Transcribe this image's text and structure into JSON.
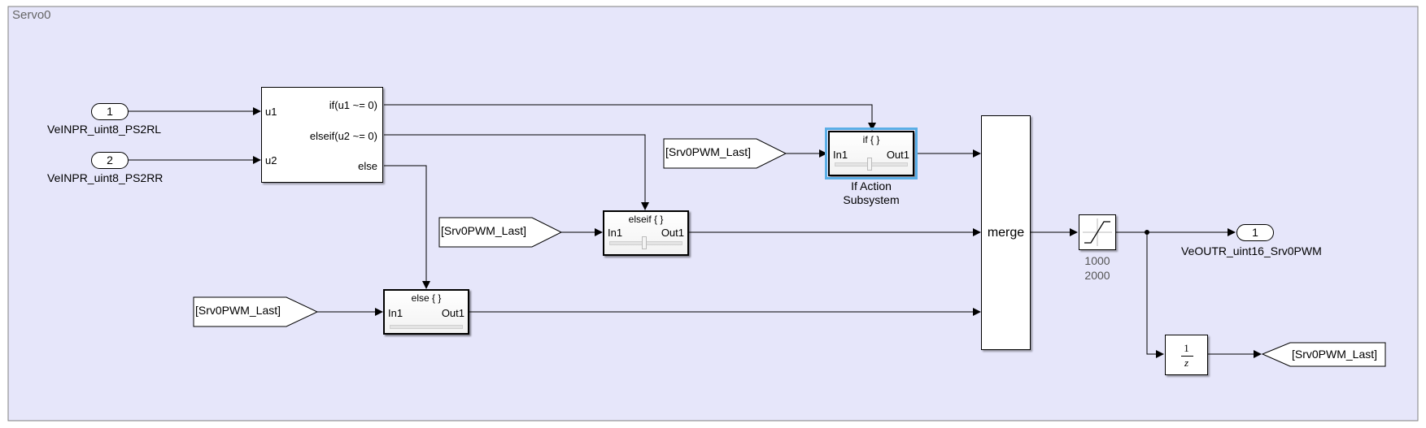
{
  "model": {
    "subsystem_name": "Servo0"
  },
  "inports": [
    {
      "number": "1",
      "name": "VeINPR_uint8_PS2RL"
    },
    {
      "number": "2",
      "name": "VeINPR_uint8_PS2RR"
    }
  ],
  "if_block": {
    "input1": "u1",
    "input2": "u2",
    "out_if": "if(u1 ~= 0)",
    "out_elseif": "elseif(u2 ~= 0)",
    "out_else": "else"
  },
  "from_tags": {
    "if_from": "[Srv0PWM_Last]",
    "elseif_from": "[Srv0PWM_Last]",
    "else_from": "[Srv0PWM_Last]"
  },
  "action_subsystems": {
    "if_action": {
      "header": "if { }",
      "in": "In1",
      "out": "Out1",
      "caption_line1": "If Action",
      "caption_line2": "Subsystem"
    },
    "elseif_action": {
      "header": "elseif { }",
      "in": "In1",
      "out": "Out1"
    },
    "else_action": {
      "header": "else { }",
      "in": "In1",
      "out": "Out1"
    }
  },
  "merge": {
    "label": "merge"
  },
  "saturation": {
    "upper": "1000",
    "lower": "2000"
  },
  "outport": {
    "number": "1",
    "name": "VeOUTR_uint16_Srv0PWM"
  },
  "unit_delay": {
    "numerator": "1",
    "denominator": "z"
  },
  "goto_tag": {
    "label": "[Srv0PWM_Last]"
  },
  "colors": {
    "canvas_bg": "#e6e6fa",
    "canvas_border": "#808080",
    "selection": "#5aaee6",
    "wire": "#000000"
  }
}
